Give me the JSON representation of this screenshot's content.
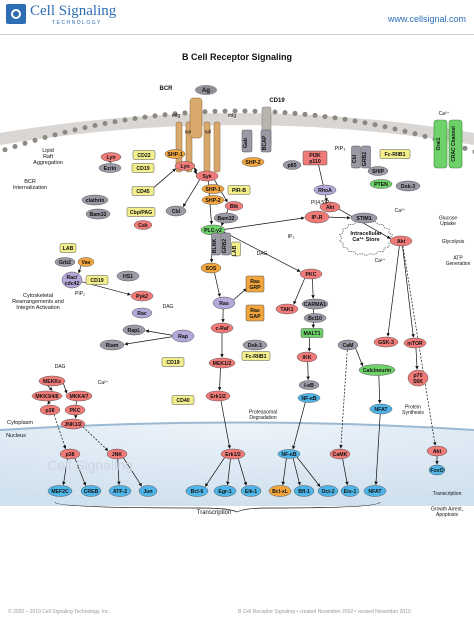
{
  "header": {
    "brand": "Cell Signaling",
    "brand_sub": "TECHNOLOGY",
    "url": "www.cellsignal.com"
  },
  "title": "B Cell Receptor Signaling",
  "footer": {
    "copyright": "© 2002 – 2010 Cell Signaling Technology, Inc.",
    "credit": "B Cell Receptor Signaling • created November 2002 • revised November 2010"
  },
  "colors": {
    "membrane": "#b9b4ae",
    "red_node": "#f07a78",
    "gray_node": "#9a9aa6",
    "purple_node": "#b3a8d8",
    "blue_node": "#4fb5e8",
    "orange_node": "#f2a53c",
    "green_node": "#6fd16a",
    "yellow_node": "#f3ef8c",
    "nucleus": "#d9e7f2",
    "receptor": "#d9a86c"
  },
  "labels": {
    "bcr": "BCR",
    "ag": "Ag",
    "mig_l": "mIg",
    "mig_r": "mIg",
    "iga": "Igα",
    "igb": "Igβ",
    "cd19": "CD19",
    "ca": "Ca²⁺",
    "orai": "Orai1",
    "crac": "CRAC Channel",
    "lipid": "Lipid\nRaft\nAggregation",
    "bcr_int": "BCR\nInternalization",
    "cyto": "Cytoskeletal\nRearrangements and\nIntegrin Activation",
    "pip3": "PIP₃",
    "pi45": "PI(4,5)P₂",
    "ip3": "IP₃",
    "dag1": "DAG",
    "dag2": "DAG",
    "dag3": "DAG",
    "pip2": "PIP₂",
    "ca2": "Ca²⁺",
    "ca3": "Ca²⁺",
    "ca4": "Ca²⁺",
    "store": "Intracellular\nCa²⁺ Store",
    "glucose": "Glucose\nUptake",
    "glyco": "Glycolysis",
    "atp": "ATP\nGeneration",
    "prot": "Proteasomal\nDegradation",
    "psynth": "Protein\nSynthesis",
    "cytoplasm": "Cytoplasm",
    "nucleus": "Nucleus",
    "transcription": "Transcription",
    "growth": "Growth Arrest,\nApoptosis",
    "transcription2": "Transcription",
    "watermark": "Cell Signaling"
  },
  "nodes": [
    {
      "id": "Lyn",
      "t": "Lyn",
      "c": "red"
    },
    {
      "id": "CD22",
      "t": "CD22",
      "c": "yellow"
    },
    {
      "id": "SHP1",
      "t": "SHP-1",
      "c": "orange"
    },
    {
      "id": "Lyn2",
      "t": "Lyn",
      "c": "red"
    },
    {
      "id": "Ezrin",
      "t": "Ezrin",
      "c": "gray"
    },
    {
      "id": "CD19b",
      "t": "CD19",
      "c": "yellow"
    },
    {
      "id": "CD45",
      "t": "CD45",
      "c": "yellow"
    },
    {
      "id": "clathrin",
      "t": "clathrin",
      "c": "gray"
    },
    {
      "id": "Bam32a",
      "t": "Bam32",
      "c": "gray"
    },
    {
      "id": "CbpPAG",
      "t": "Cbp/PAG",
      "c": "yellow"
    },
    {
      "id": "Csk",
      "t": "Csk",
      "c": "red"
    },
    {
      "id": "Syk",
      "t": "Syk",
      "c": "red"
    },
    {
      "id": "Gab",
      "t": "Gab",
      "c": "gray"
    },
    {
      "id": "BCAP",
      "t": "BCAP",
      "c": "gray"
    },
    {
      "id": "SHP2",
      "t": "SHP-2",
      "c": "orange"
    },
    {
      "id": "p85",
      "t": "p85",
      "c": "gray"
    },
    {
      "id": "PI3K",
      "t": "PI3K p110",
      "c": "red"
    },
    {
      "id": "SHP1b",
      "t": "SHP-1",
      "c": "orange"
    },
    {
      "id": "PIRB",
      "t": "PIR-B",
      "c": "yellow"
    },
    {
      "id": "SHP2b",
      "t": "SHP-2",
      "c": "orange"
    },
    {
      "id": "Btk",
      "t": "Btk",
      "c": "red"
    },
    {
      "id": "Cbl",
      "t": "Cbl",
      "c": "gray"
    },
    {
      "id": "Bam32b",
      "t": "Bam32",
      "c": "gray"
    },
    {
      "id": "PLCg2",
      "t": "PLC-γ2",
      "c": "green"
    },
    {
      "id": "BLNK",
      "t": "BLNK",
      "c": "gray"
    },
    {
      "id": "GRB2",
      "t": "GRB2",
      "c": "gray"
    },
    {
      "id": "LABv",
      "t": "LAB",
      "c": "yellow"
    },
    {
      "id": "SOS",
      "t": "SOS",
      "c": "orange"
    },
    {
      "id": "RhoA",
      "t": "RhoA",
      "c": "purple"
    },
    {
      "id": "Akt1",
      "t": "Akt",
      "c": "red"
    },
    {
      "id": "Cbl2",
      "t": "Cbl",
      "c": "gray"
    },
    {
      "id": "GRB2b",
      "t": "GRB2",
      "c": "gray"
    },
    {
      "id": "SHIP",
      "t": "SHIP",
      "c": "gray"
    },
    {
      "id": "FcRIIB1",
      "t": "Fc-RIIB1",
      "c": "yellow"
    },
    {
      "id": "PTEN",
      "t": "PTEN",
      "c": "green"
    },
    {
      "id": "Dok3",
      "t": "Dok-3",
      "c": "gray"
    },
    {
      "id": "IP3R",
      "t": "IP₃R",
      "c": "red"
    },
    {
      "id": "STIM1",
      "t": "STIM1",
      "c": "gray"
    },
    {
      "id": "Akt2",
      "t": "Akt",
      "c": "red"
    },
    {
      "id": "LAB",
      "t": "LAB",
      "c": "yellow"
    },
    {
      "id": "Grb2c",
      "t": "Grb2",
      "c": "gray"
    },
    {
      "id": "Vav",
      "t": "Vav",
      "c": "orange"
    },
    {
      "id": "Rac",
      "t": "Rac/ cdc42",
      "c": "purple"
    },
    {
      "id": "CD19c",
      "t": "CD19",
      "c": "yellow"
    },
    {
      "id": "HS1",
      "t": "HS1",
      "c": "gray"
    },
    {
      "id": "Pyk2",
      "t": "Pyk2",
      "c": "red"
    },
    {
      "id": "Rac2",
      "t": "Rac",
      "c": "purple"
    },
    {
      "id": "RapL",
      "t": "RapL",
      "c": "gray"
    },
    {
      "id": "Riam",
      "t": "Riam",
      "c": "gray"
    },
    {
      "id": "Rap",
      "t": "Rap",
      "c": "purple"
    },
    {
      "id": "Ras",
      "t": "Ras",
      "c": "purple"
    },
    {
      "id": "RasGRP",
      "t": "Ras GRP",
      "c": "orange"
    },
    {
      "id": "RasGAP",
      "t": "Ras GAP",
      "c": "orange"
    },
    {
      "id": "PKC",
      "t": "PKC",
      "c": "red"
    },
    {
      "id": "TAK1",
      "t": "TAK1",
      "c": "red"
    },
    {
      "id": "CARMA1",
      "t": "CARMA1",
      "c": "gray"
    },
    {
      "id": "Bcl10",
      "t": "Bcl10",
      "c": "gray"
    },
    {
      "id": "MALT1",
      "t": "MALT1",
      "c": "green"
    },
    {
      "id": "cRaf",
      "t": "c-Raf",
      "c": "red"
    },
    {
      "id": "Dok1",
      "t": "Dok-1",
      "c": "gray"
    },
    {
      "id": "FcRIIB1b",
      "t": "Fc-RIIB1",
      "c": "yellow"
    },
    {
      "id": "CD19d",
      "t": "CD19",
      "c": "yellow"
    },
    {
      "id": "MEK12",
      "t": "MEK1/2",
      "c": "red"
    },
    {
      "id": "IKK",
      "t": "IKK",
      "c": "red"
    },
    {
      "id": "CaM",
      "t": "CaM",
      "c": "gray"
    },
    {
      "id": "Calcineurin",
      "t": "Calcineurin",
      "c": "green"
    },
    {
      "id": "GSK3",
      "t": "GSK-3",
      "c": "red"
    },
    {
      "id": "mTOR",
      "t": "mTOR",
      "c": "red"
    },
    {
      "id": "CD40",
      "t": "CD40",
      "c": "yellow"
    },
    {
      "id": "Erk12",
      "t": "Erk1/2",
      "c": "red"
    },
    {
      "id": "IkB",
      "t": "I-κB",
      "c": "gray"
    },
    {
      "id": "NFkB",
      "t": "NF-κB",
      "c": "blue"
    },
    {
      "id": "NFAT",
      "t": "NFAT",
      "c": "blue"
    },
    {
      "id": "p70",
      "t": "p70 S6K",
      "c": "red"
    },
    {
      "id": "MEKKs",
      "t": "MEKKs",
      "c": "red"
    },
    {
      "id": "MKK346",
      "t": "MKK3/4/6",
      "c": "red"
    },
    {
      "id": "MKK47",
      "t": "MKK4/7",
      "c": "red"
    },
    {
      "id": "PKC2",
      "t": "PKC",
      "c": "red"
    },
    {
      "id": "p38",
      "t": "p38",
      "c": "red"
    },
    {
      "id": "JNK12",
      "t": "JNK1/2",
      "c": "red"
    },
    {
      "id": "p38n",
      "t": "p38",
      "c": "red"
    },
    {
      "id": "JNKn",
      "t": "JNK",
      "c": "red"
    },
    {
      "id": "Erk12n",
      "t": "Erk1/2",
      "c": "red"
    },
    {
      "id": "NFkBn",
      "t": "NF-κB",
      "c": "blue"
    },
    {
      "id": "CaMK",
      "t": "CaMK",
      "c": "red"
    },
    {
      "id": "Aktn",
      "t": "Akt",
      "c": "red"
    },
    {
      "id": "FoxO",
      "t": "FoxO",
      "c": "blue"
    },
    {
      "id": "MEF2C",
      "t": "MEF2C",
      "c": "blue"
    },
    {
      "id": "CREB",
      "t": "CREB",
      "c": "blue"
    },
    {
      "id": "ATF2",
      "t": "ATF-2",
      "c": "blue"
    },
    {
      "id": "Jun",
      "t": "Jun",
      "c": "blue"
    },
    {
      "id": "Bcl6",
      "t": "Bcl-6",
      "c": "blue"
    },
    {
      "id": "Egr1",
      "t": "Egr-1",
      "c": "blue"
    },
    {
      "id": "Elk1",
      "t": "Elk-1",
      "c": "blue"
    },
    {
      "id": "BclxL",
      "t": "Bcl-xL",
      "c": "orange"
    },
    {
      "id": "Bfl1",
      "t": "Bfl-1",
      "c": "blue"
    },
    {
      "id": "Oct2",
      "t": "Oct-2",
      "c": "blue"
    },
    {
      "id": "Ets1",
      "t": "Ets-1",
      "c": "blue"
    },
    {
      "id": "NFATn",
      "t": "NFAT",
      "c": "blue"
    }
  ]
}
